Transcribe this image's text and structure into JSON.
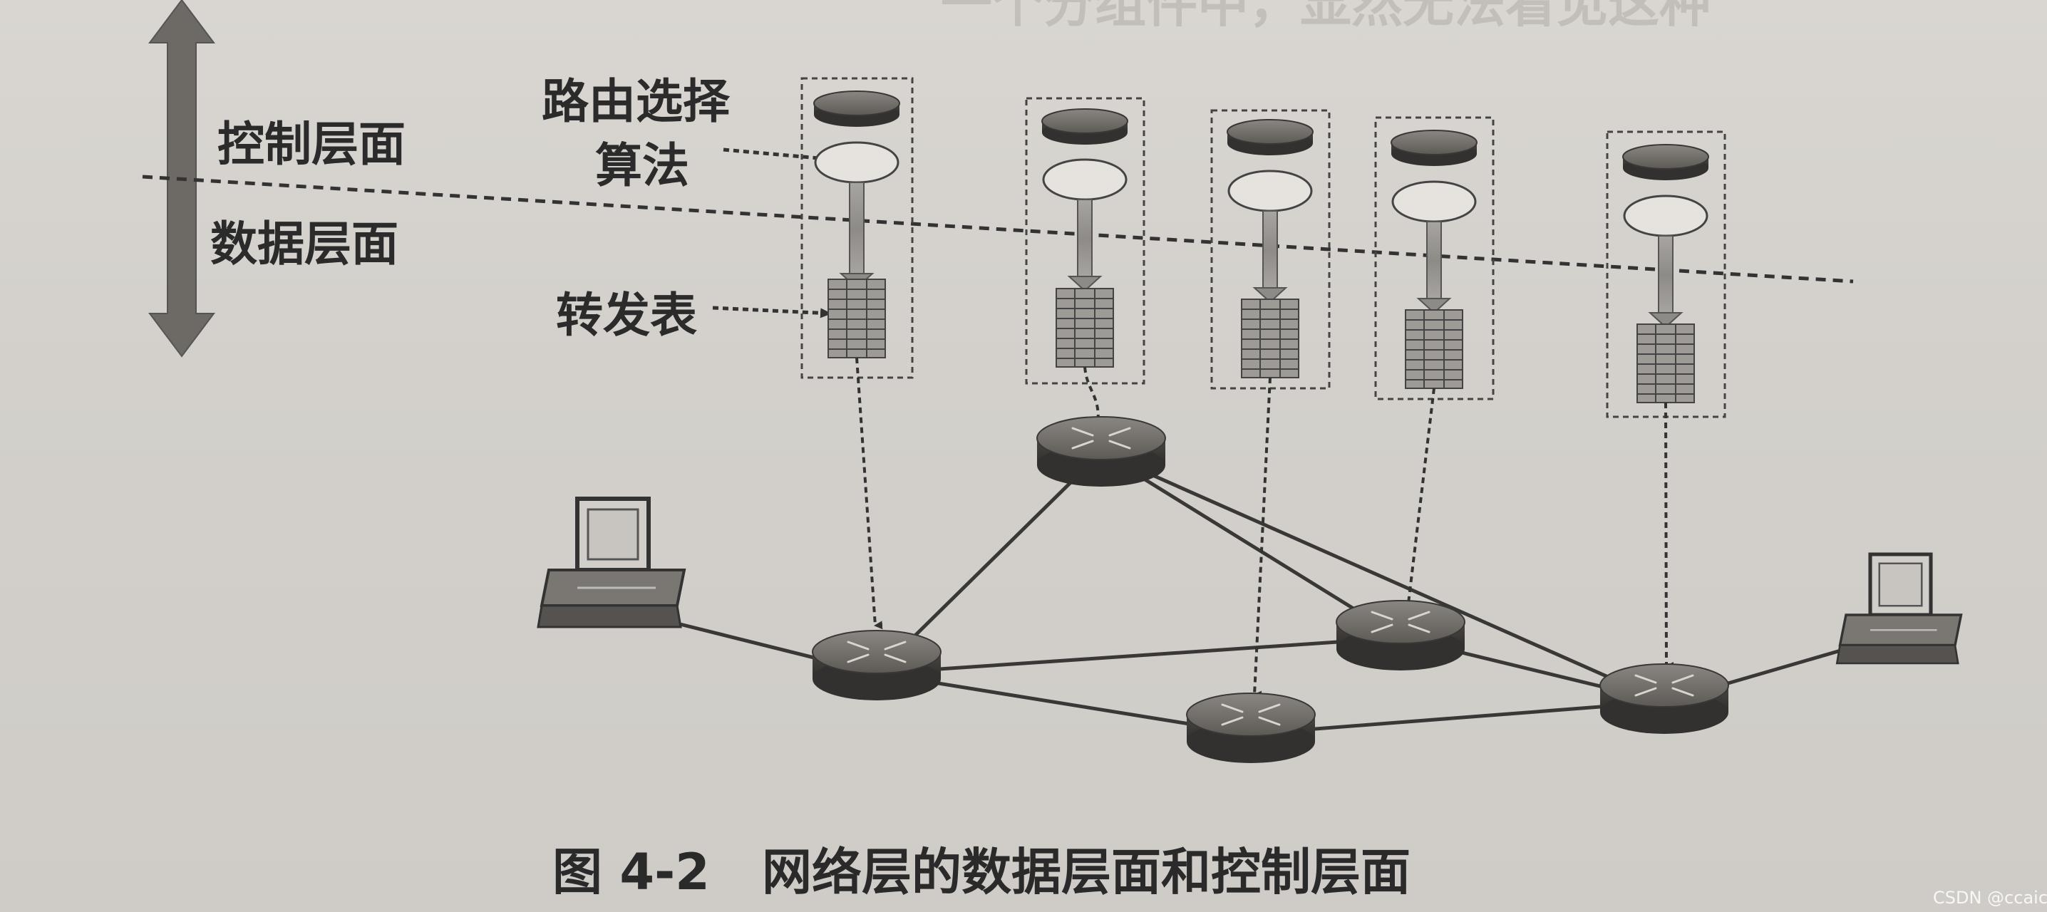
{
  "background_text": "一个分组件中，显然无法看见这种",
  "labels": {
    "control_plane": "控制层面",
    "data_plane": "数据层面",
    "routing_algorithm_line1": "路由选择",
    "routing_algorithm_line2": "算法",
    "forwarding_table": "转发表"
  },
  "caption": "图 4-2   网络层的数据层面和控制层面",
  "watermark": "CSDN @ccaicaic",
  "nodes": [
    {
      "id": "router-a",
      "type": "router"
    },
    {
      "id": "router-b",
      "type": "router"
    },
    {
      "id": "router-c",
      "type": "router"
    },
    {
      "id": "router-d",
      "type": "router"
    },
    {
      "id": "router-e",
      "type": "router"
    },
    {
      "id": "host-left",
      "type": "host"
    },
    {
      "id": "host-right",
      "type": "host"
    }
  ],
  "links": [
    [
      "host-left",
      "router-a"
    ],
    [
      "router-a",
      "router-b"
    ],
    [
      "router-a",
      "router-c"
    ],
    [
      "router-a",
      "router-d"
    ],
    [
      "router-b",
      "router-c"
    ],
    [
      "router-b",
      "router-e"
    ],
    [
      "router-c",
      "router-e"
    ],
    [
      "router-d",
      "router-e"
    ],
    [
      "router-e",
      "host-right"
    ]
  ]
}
